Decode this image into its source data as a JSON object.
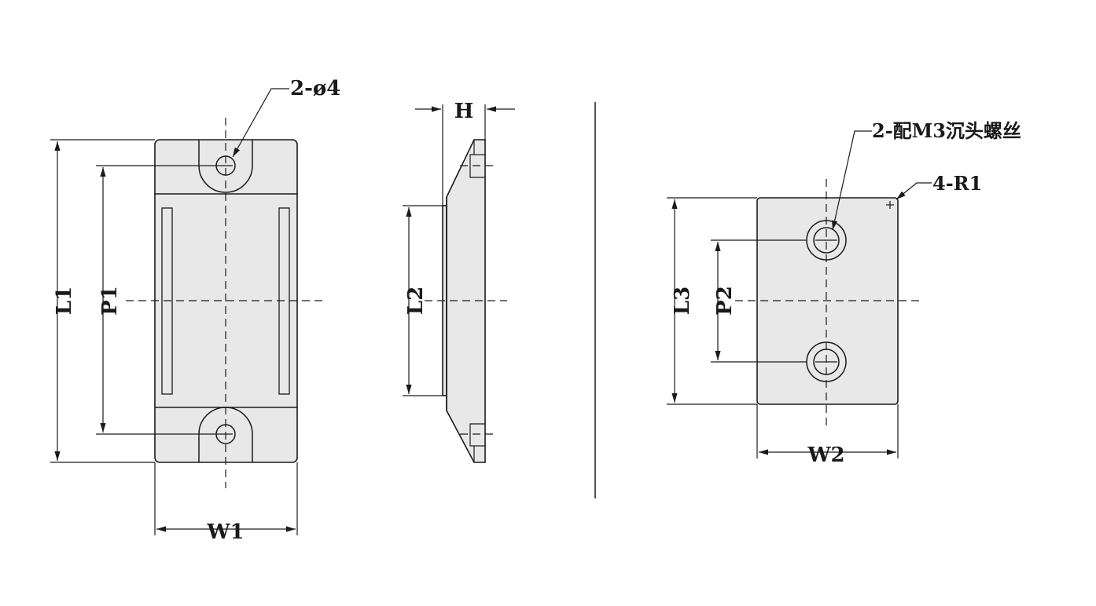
{
  "labels": {
    "hole_note": "2-ø4",
    "H": "H",
    "L1": "L1",
    "P1": "P1",
    "L2": "L2",
    "W1": "W1",
    "screw_note": "2-配M3沉头螺丝",
    "radius_note": "4-R1",
    "L3": "L3",
    "P2": "P2",
    "W2": "W2"
  }
}
